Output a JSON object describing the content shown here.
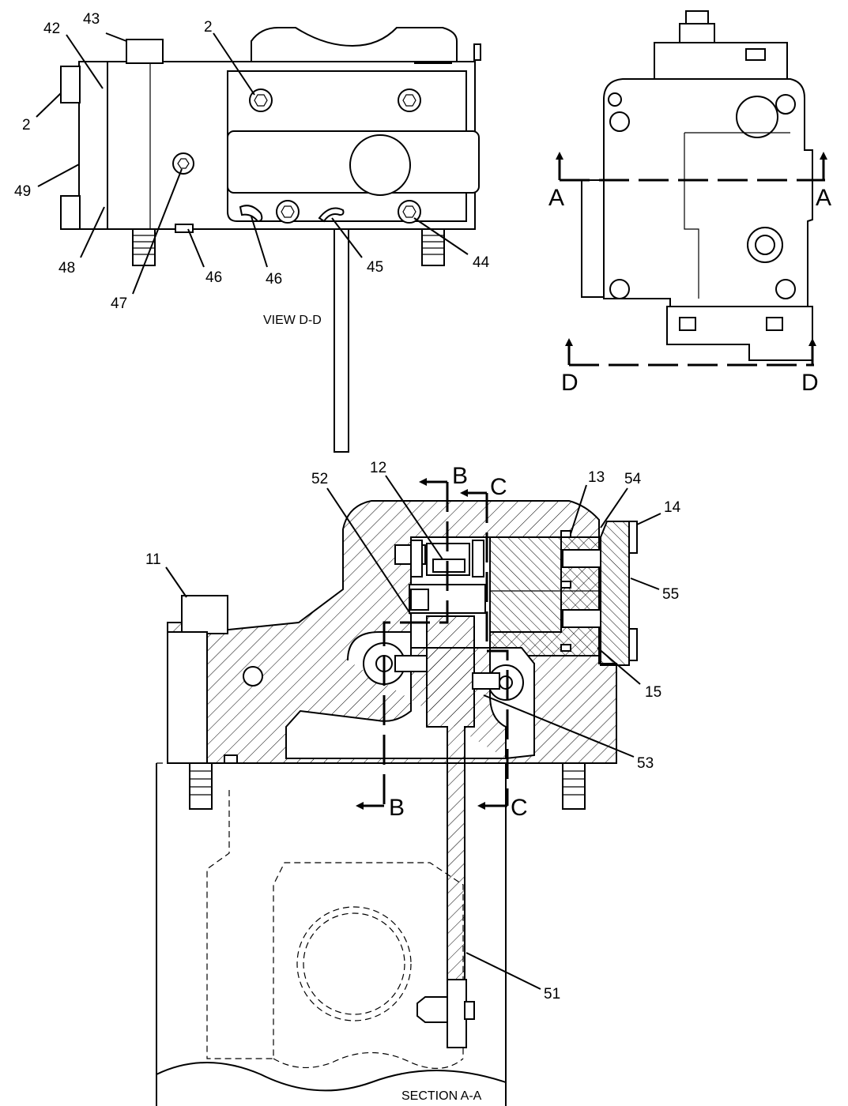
{
  "figure": {
    "views": {
      "view_dd": {
        "caption": "VIEW D-D"
      },
      "section_aa": {
        "caption": "SECTION A-A"
      }
    },
    "section_markers": {
      "a_left": "A",
      "a_right": "A",
      "d_left": "D",
      "d_right": "D",
      "b_top": "B",
      "b_bottom": "B",
      "c_top": "C",
      "c_bottom": "C"
    },
    "callouts_view_dd": {
      "c43": "43",
      "c42": "42",
      "c2_top": "2",
      "c2_left": "2",
      "c49": "49",
      "c48": "48",
      "c47": "47",
      "c46_left": "46",
      "c46_right": "46",
      "c45": "45",
      "c44": "44"
    },
    "callouts_section_aa": {
      "c52": "52",
      "c12": "12",
      "c13": "13",
      "c54": "54",
      "c14": "14",
      "c11": "11",
      "c55": "55",
      "c15": "15",
      "c53": "53",
      "c51": "51"
    }
  }
}
